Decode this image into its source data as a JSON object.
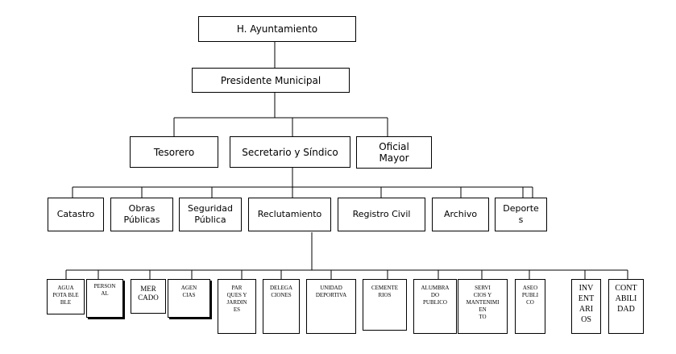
{
  "chart": {
    "top": {
      "ayuntamiento": "H. Ayuntamiento",
      "presidente": "Presidente Municipal"
    },
    "level2": [
      "Tesorero",
      "Secretario y Síndico",
      "Oficial\nMayor"
    ],
    "level3": [
      "Catastro",
      "Obras\nPúblicas",
      "Seguridad\nPública",
      "Reclutamiento",
      "Registro Civil",
      "Archivo",
      "Deporte\ns"
    ],
    "level4": [
      "AGUA\nPOTA BLE\nBLE",
      "PERSON\nAL",
      "MER\nCADO",
      "AGEN\nCIAS",
      "PAR\nQUES Y\nJARDIN\nES",
      "DELEGA\nCIONES",
      "UNIDAD\nDEPORTIVA",
      "CEMENTE\nRIOS",
      "ALUMBRA\nDO\nPUBLICO",
      "SERVI\nCIOS Y\nMANTENIMI\nEN\nTO",
      "ASEO\nPUBLI\nCO",
      "INV\nENT\nARI\nOS",
      "CONT\nABILI\nDAD"
    ]
  }
}
